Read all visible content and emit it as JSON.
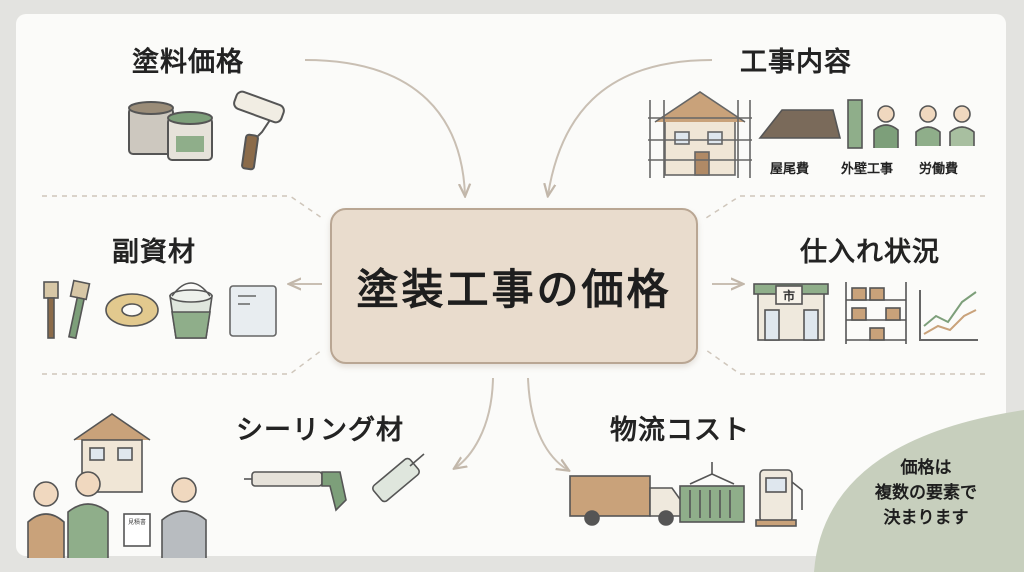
{
  "center": {
    "title": "塗装工事の価格"
  },
  "nodes": {
    "paint_price": "塗料価格",
    "work_content": "工事内容",
    "sub_materials": "副資材",
    "supply": "仕入れ状況",
    "sealing": "シーリング材",
    "logistics": "物流コスト"
  },
  "work_items": [
    "屋尾費",
    "外壁工事",
    "労働費"
  ],
  "shop_sign": "市",
  "document_label": "見積書",
  "conclusion": {
    "line1": "価格は",
    "line2": "複数の要素で",
    "line3": "決まります"
  },
  "colors": {
    "accent": "#b9a693",
    "box_fill": "#e9dccd",
    "corner": "#c7cfbd",
    "arrow": "#c9bfb3"
  }
}
